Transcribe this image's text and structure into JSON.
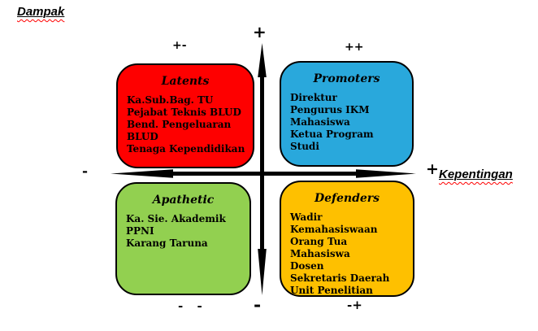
{
  "axes": {
    "vertical_label": "Dampak",
    "horizontal_label": "Kepentingan",
    "axis_color": "#000000",
    "signs": {
      "top": "+",
      "top_left": "+-",
      "top_right": "++",
      "left": "-",
      "right": "+",
      "bottom_left": "- -",
      "bottom_center": "-",
      "bottom_right": "-+"
    }
  },
  "quadrants": [
    {
      "id": "latents",
      "title": "Latents",
      "color": "#fe0000",
      "items": [
        "Ka.Sub.Bag. TU",
        "Pejabat Teknis BLUD",
        "Bend. Pengeluaran BLUD",
        "Tenaga Kependidikan"
      ]
    },
    {
      "id": "promoters",
      "title": "Promoters",
      "color": "#29a8dc",
      "items": [
        "Direktur",
        "Pengurus IKM",
        "Mahasiswa",
        "Ketua Program Studi"
      ]
    },
    {
      "id": "apathetic",
      "title": "Apathetic",
      "color": "#92d050",
      "items": [
        "Ka. Sie. Akademik",
        "PPNI",
        "Karang Taruna"
      ]
    },
    {
      "id": "defenders",
      "title": "Defenders",
      "color": "#fec000",
      "items": [
        "Wadir Kemahasiswaan",
        "Orang Tua Mahasiswa",
        "Dosen",
        "Sekretaris Daerah",
        "Unit Penelitian"
      ]
    }
  ]
}
